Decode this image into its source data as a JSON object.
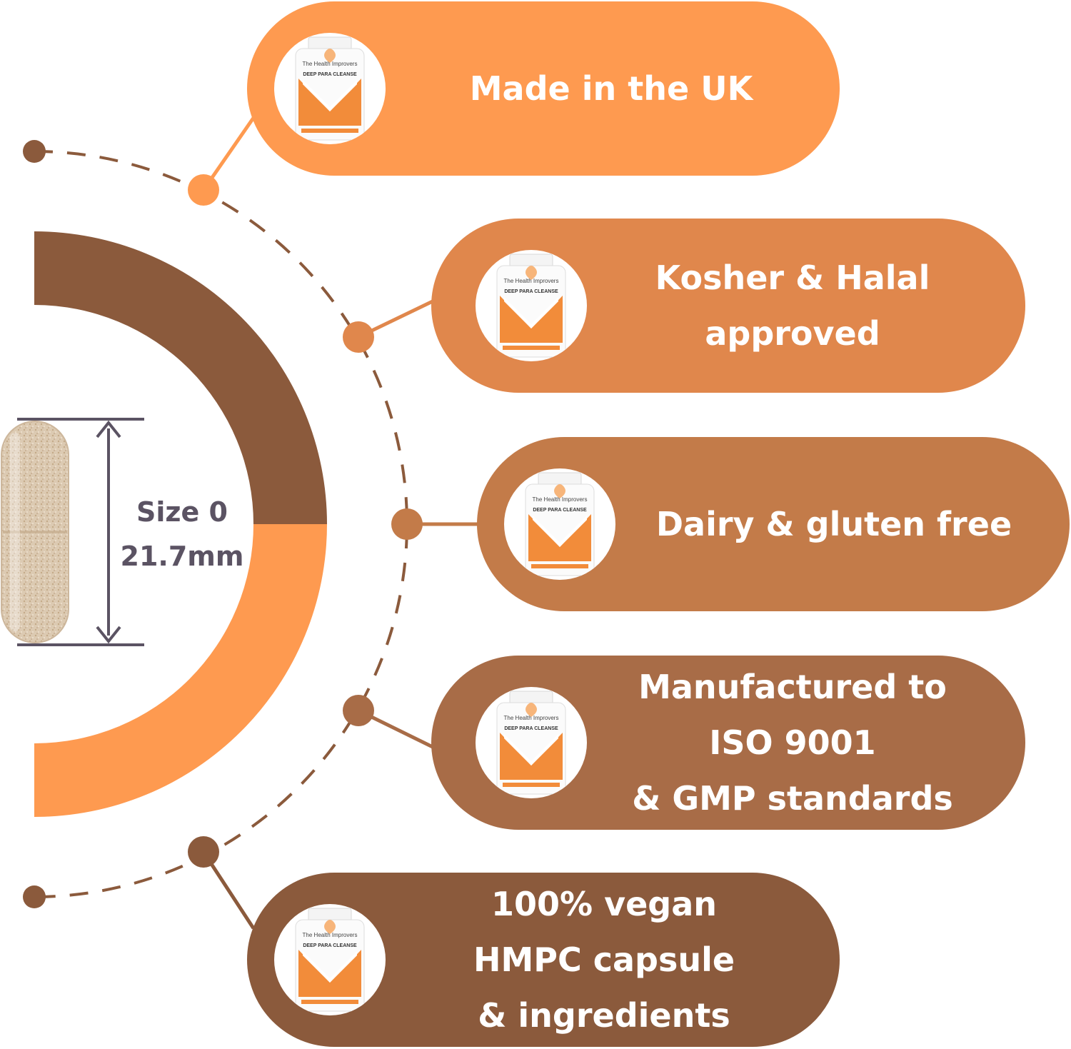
{
  "colors": {
    "orange": "#fe9a50",
    "orange_mid": "#e0874c",
    "tan": "#c37b49",
    "brown_light": "#a86c47",
    "brown": "#8b5a3c",
    "ring_dark": "#8b5a3c",
    "ring_light": "#fe9a50",
    "measure": "#5b5363"
  },
  "capsule": {
    "size_label": "Size 0",
    "length_label": "21.7mm"
  },
  "product": {
    "brand": "The Health Improvers",
    "name": "DEEP PARA CLEANSE"
  },
  "features": [
    {
      "lines": [
        "Made in the UK"
      ],
      "color": "#fe9a50"
    },
    {
      "lines": [
        "Kosher & Halal",
        "approved"
      ],
      "color": "#e0874c"
    },
    {
      "lines": [
        "Dairy & gluten free"
      ],
      "color": "#c37b49"
    },
    {
      "lines": [
        "Manufactured to",
        "ISO 9001",
        "& GMP standards"
      ],
      "color": "#a86c47"
    },
    {
      "lines": [
        "100% vegan",
        "HMPC capsule",
        "& ingredients"
      ],
      "color": "#8b5a3c"
    }
  ]
}
